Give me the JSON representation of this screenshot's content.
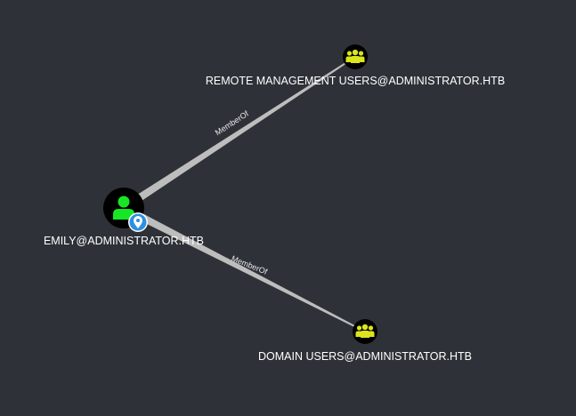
{
  "graph": {
    "background_color": "#2e3238",
    "nodes": [
      {
        "id": "emily",
        "label": "EMILY@ADMINISTRATOR.HTB",
        "type": "user",
        "icon": "user-icon",
        "icon_color": "#17e625",
        "badge": "map-pin-icon",
        "badge_color": "#2f8fe0",
        "fill": "#000000"
      },
      {
        "id": "remote-management-users",
        "label": "REMOTE MANAGEMENT USERS@ADMINISTRATOR.HTB",
        "type": "group",
        "icon": "group-icon",
        "icon_color": "#dbe41c",
        "fill": "#000000"
      },
      {
        "id": "domain-users",
        "label": "DOMAIN USERS@ADMINISTRATOR.HTB",
        "type": "group",
        "icon": "group-icon",
        "icon_color": "#dbe41c",
        "fill": "#000000"
      }
    ],
    "edges": [
      {
        "source": "emily",
        "target": "remote-management-users",
        "label": "MemberOf"
      },
      {
        "source": "emily",
        "target": "domain-users",
        "label": "MemberOf"
      }
    ],
    "edge_color": "#bdbdbd"
  }
}
